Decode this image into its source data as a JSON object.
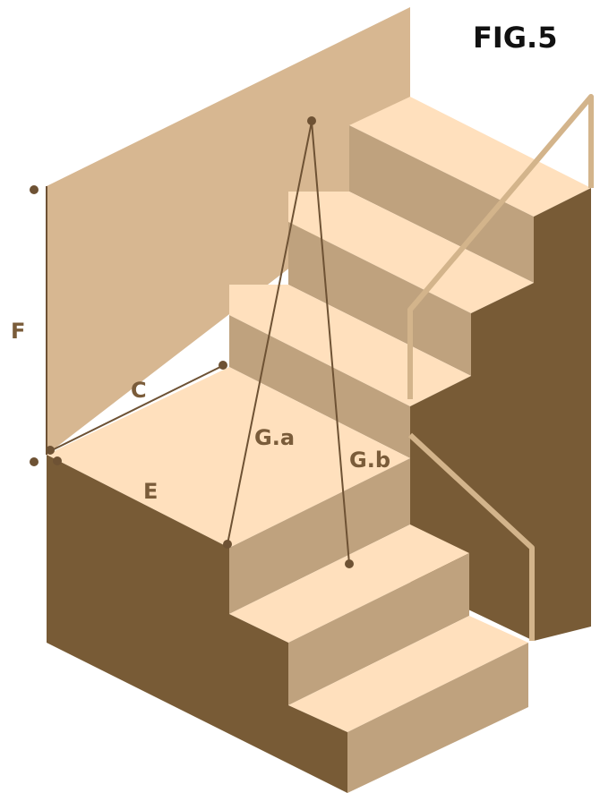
{
  "figure": {
    "title": "FIG.5",
    "labels": {
      "F": "F",
      "C": "C",
      "E": "E",
      "Ga": "G.a",
      "Gb": "G.b"
    },
    "colors": {
      "wall": "#d7b791",
      "tread": "#ffe0bd",
      "riser": "#bfa27e",
      "side": "#785b36",
      "rail": "#d3b48b",
      "line": "#6e5234",
      "label": "#7a5c3a",
      "title": "#111111"
    }
  }
}
